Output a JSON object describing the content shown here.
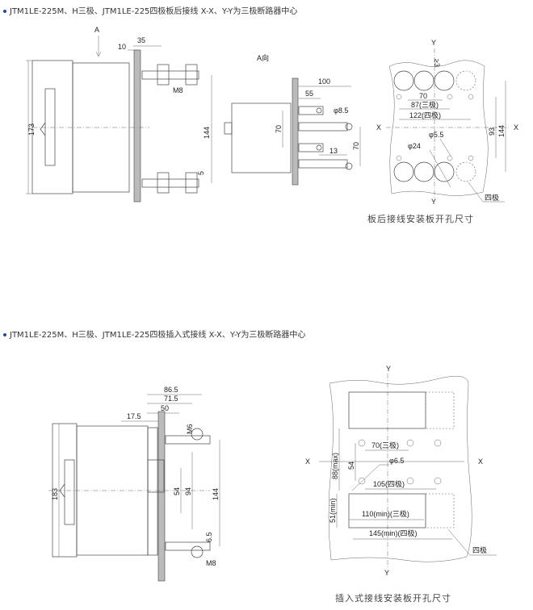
{
  "section1": {
    "title": "JTM1LE-225M、H三极、JTM1LE-225四极板后接线    X-X、Y-Y为三极断路器中心",
    "side_view": {
      "view_mark": "A",
      "dim_35": "35",
      "dim_10": "10",
      "dim_173": "173",
      "bolt": "M8",
      "dim_144": "144",
      "dim_5": "5"
    },
    "a_view": {
      "label": "A向",
      "dim_100": "100",
      "dim_55": "55",
      "hole": "φ8.5",
      "dim_70a": "70",
      "dim_70b": "70",
      "dim_13": "13"
    },
    "panel": {
      "y_top": "Y",
      "y_bottom": "Y",
      "x_left": "X",
      "x_right": "X",
      "gap": "≥3",
      "dim_70": "70",
      "dim_87": "87(三极)",
      "dim_122": "122(四极)",
      "dim_93": "93",
      "dim_144": "144",
      "hole_small": "φ5.5",
      "hole_large": "φ24",
      "four_pole": "四极"
    },
    "caption": "板后接线安装板开孔尺寸"
  },
  "section2": {
    "title": "JTM1LE-225M、H三极、JTM1LE-225四极插入式接线    X-X、Y-Y为三极断路器中心",
    "side_view": {
      "dim_86_5": "86.5",
      "dim_71_5": "71.5",
      "dim_50": "50",
      "dim_17_5": "17.5",
      "dim_183": "183",
      "bolt_m6": "M6",
      "dim_54": "54",
      "dim_94": "94",
      "dim_144": "144",
      "dim_6_5": "6.5",
      "bolt_m8": "M8"
    },
    "panel": {
      "y_top": "Y",
      "y_bottom": "Y",
      "x_left": "X",
      "x_right": "X",
      "dim_70": "70(三极)",
      "dim_54": "54",
      "hole": "φ6.5",
      "dim_88": "88(max)",
      "dim_105": "105(四极)",
      "dim_51": "51(min)",
      "dim_110": "110(min)(三极)",
      "dim_145": "145(min)(四极)",
      "four_pole": "四极"
    },
    "caption": "插入式接线安装板开孔尺寸"
  },
  "colors": {
    "bullet": "#1a4fa0",
    "line": "#444444"
  }
}
